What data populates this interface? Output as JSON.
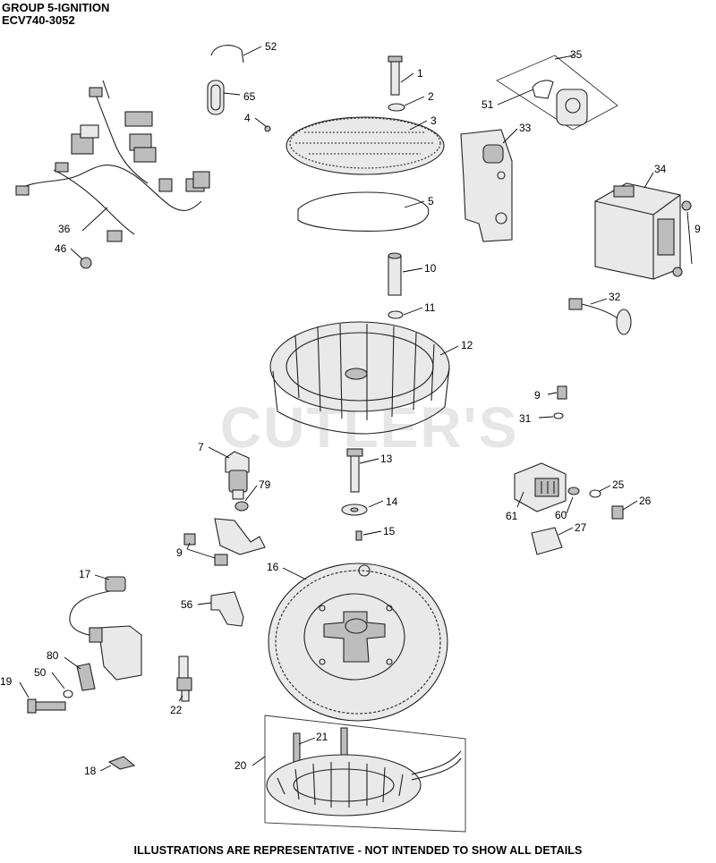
{
  "header": {
    "group_title": "GROUP 5-IGNITION",
    "model_number": "ECV740-3052"
  },
  "watermark": "CUTLER'S",
  "footer": "ILLUSTRATIONS ARE REPRESENTATIVE - NOT INTENDED TO SHOW ALL DETAILS",
  "callouts": {
    "c52": "52",
    "c65": "65",
    "c4": "4",
    "c1": "1",
    "c2": "2",
    "c3": "3",
    "c5": "5",
    "c35": "35",
    "c51": "51",
    "c33": "33",
    "c34": "34",
    "c9a": "9",
    "c9b": "9",
    "c9c": "9",
    "c32": "32",
    "c36": "36",
    "c46": "46",
    "c10": "10",
    "c11": "11",
    "c12": "12",
    "c31": "31",
    "c7": "7",
    "c79": "79",
    "c13": "13",
    "c14": "14",
    "c15": "15",
    "c25": "25",
    "c26": "26",
    "c60": "60",
    "c61": "61",
    "c27": "27",
    "c17": "17",
    "c16": "16",
    "c56": "56",
    "c80": "80",
    "c50": "50",
    "c19": "19",
    "c22": "22",
    "c21": "21",
    "c20": "20",
    "c18": "18"
  }
}
